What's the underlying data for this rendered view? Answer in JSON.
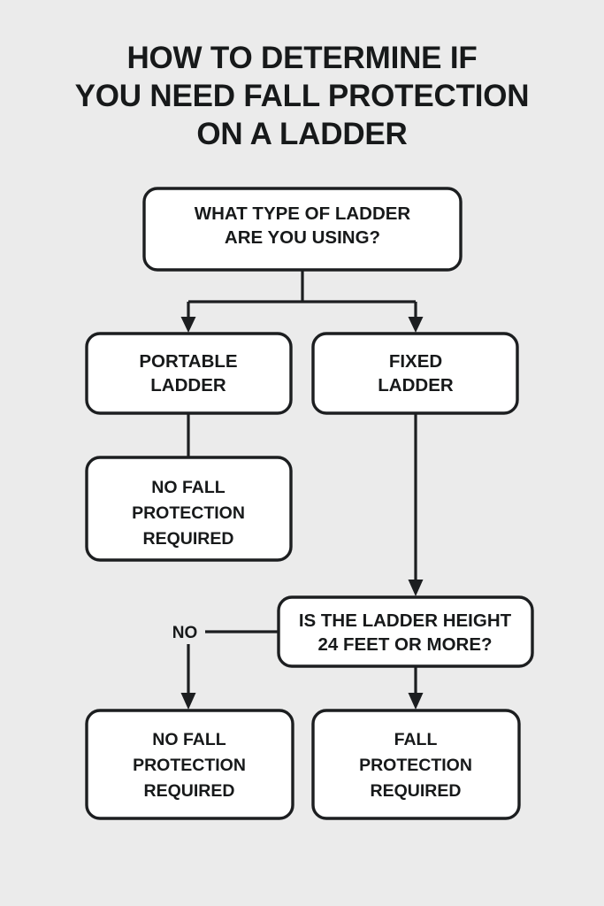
{
  "page": {
    "background_color": "#ebebeb",
    "ink_color": "#17191a",
    "node_fill_color": "#ffffff"
  },
  "title": {
    "lines": [
      "HOW TO DETERMINE IF",
      "YOU NEED FALL PROTECTION",
      "ON A LADDER"
    ]
  },
  "flowchart": {
    "type": "decision-tree",
    "nodes": [
      {
        "id": "start",
        "role": "question",
        "lines": [
          "WHAT TYPE OF LADDER",
          "ARE YOU USING?"
        ]
      },
      {
        "id": "portable",
        "role": "option",
        "lines": [
          "PORTABLE",
          "LADDER"
        ]
      },
      {
        "id": "fixed",
        "role": "option",
        "lines": [
          "FIXED",
          "LADDER"
        ]
      },
      {
        "id": "portable-outcome",
        "role": "outcome",
        "lines": [
          "NO FALL",
          "PROTECTION",
          "REQUIRED"
        ]
      },
      {
        "id": "height-question",
        "role": "question",
        "lines": [
          "IS THE LADDER HEIGHT",
          "24 FEET OR MORE?"
        ]
      },
      {
        "id": "height-no-outcome",
        "role": "outcome",
        "lines": [
          "NO FALL",
          "PROTECTION",
          "REQUIRED"
        ]
      },
      {
        "id": "height-yes-outcome",
        "role": "outcome",
        "lines": [
          "FALL",
          "PROTECTION",
          "REQUIRED"
        ]
      }
    ],
    "edge_labels": [
      {
        "id": "no-label",
        "text": "NO"
      }
    ]
  }
}
